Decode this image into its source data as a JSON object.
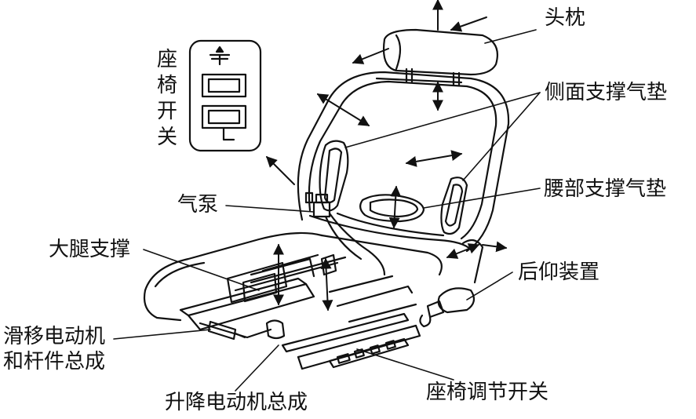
{
  "labels": {
    "headrest": "头枕",
    "side_support": "侧面支撑气垫",
    "seat_switch": [
      "座",
      "椅",
      "开",
      "关"
    ],
    "lumbar_support": "腰部支撑气垫",
    "air_pump": "气泵",
    "thigh_support": "大腿支撑",
    "recliner": "后仰装置",
    "slide_motor": [
      "滑移电动机",
      "和杆件总成"
    ],
    "lift_motor": "升降电动机总成",
    "adjust_switch": "座椅调节开关"
  },
  "colors": {
    "line": "#111111",
    "background": "#ffffff"
  }
}
